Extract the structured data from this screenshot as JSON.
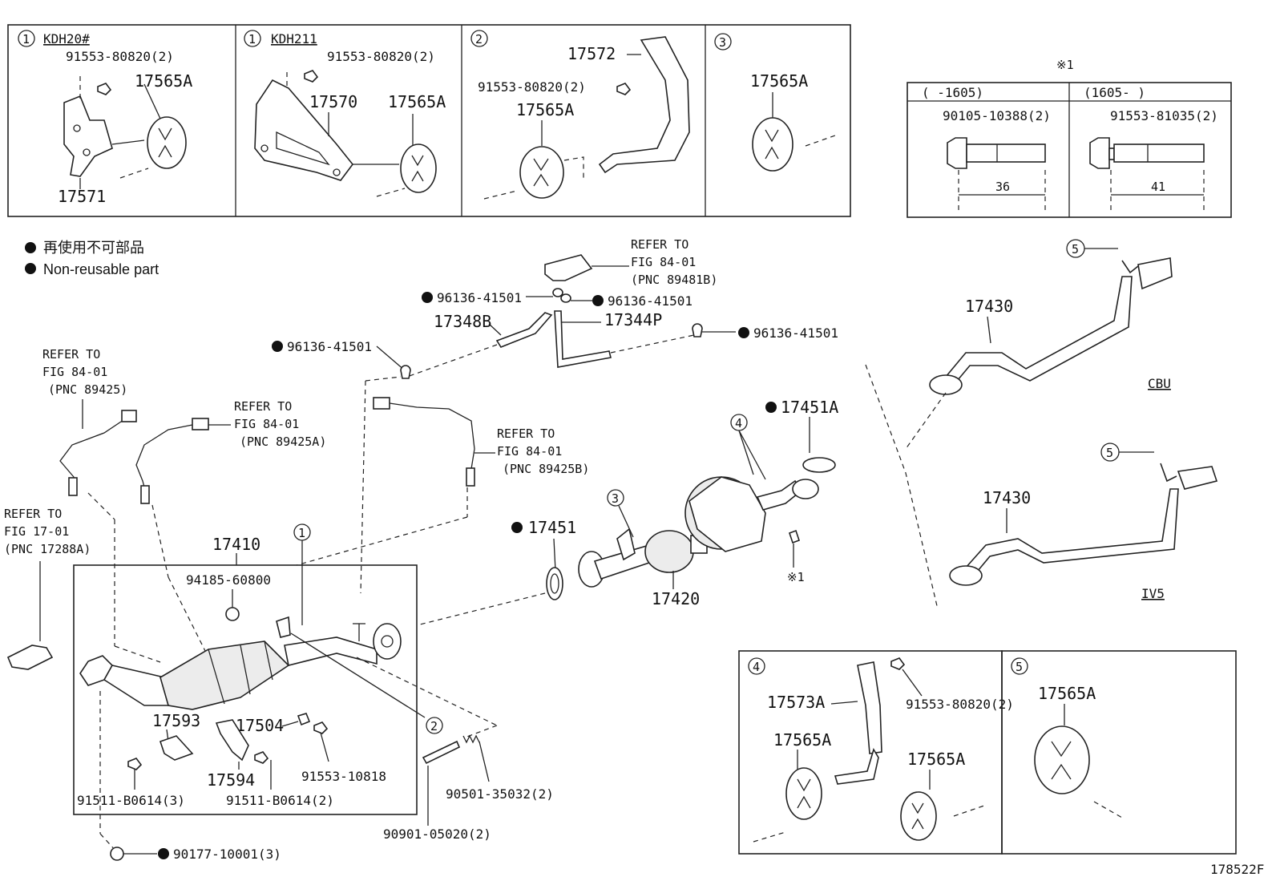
{
  "legend": {
    "line_jp": "再使用不可部品",
    "line_en": "Non-reusable part"
  },
  "panels_top": [
    {
      "circle": "1",
      "model": "KDH20#",
      "bolt": "91553-80820(2)",
      "parts": [
        "17565A",
        "17571"
      ]
    },
    {
      "circle": "1",
      "model": "KDH211",
      "bolt": "91553-80820(2)",
      "parts": [
        "17570",
        "17565A"
      ]
    },
    {
      "circle": "2",
      "bolt": "91553-80820(2)",
      "parts": [
        "17572",
        "17565A"
      ]
    },
    {
      "circle": "3",
      "parts": [
        "17565A"
      ]
    }
  ],
  "bolt_table": {
    "note_mark": "※1",
    "col1": {
      "header": "(      -1605)",
      "part": "90105-10388(2)",
      "length": "36"
    },
    "col2": {
      "header": "(1605-      )",
      "part": "91553-81035(2)",
      "length": "41"
    }
  },
  "refs": {
    "r1": {
      "l1": "REFER TO",
      "l2": "FIG 84-01",
      "l3": "(PNC 89481B)"
    },
    "r2": {
      "l1": "REFER TO",
      "l2": "FIG 84-01",
      "l3": "(PNC 89425)"
    },
    "r3": {
      "l1": "REFER TO",
      "l2": "FIG 84-01",
      "l3": "(PNC 89425A)"
    },
    "r4": {
      "l1": "REFER TO",
      "l2": "FIG 84-01",
      "l3": "(PNC 89425B)"
    },
    "r5": {
      "l1": "REFER TO",
      "l2": "FIG 17-01",
      "l3": "(PNC 17288A)"
    }
  },
  "labels": {
    "clip_a": "96136-41501",
    "clip_b": "96136-41501",
    "clip_c": "96136-41501",
    "clip_d": "96136-41501",
    "hose_a": "17348B",
    "hose_b": "17344P",
    "conv": "17410",
    "nut_top": "94185-60800",
    "p17593": "17593",
    "p17504": "17504",
    "p17594": "17594",
    "bolt_10818": "91553-10818",
    "bolt_b0614_3": "91511-B0614(3)",
    "bolt_b0614_2": "91511-B0614(2)",
    "bolt_05020": "90901-05020(2)",
    "spring": "90501-35032(2)",
    "nut_10001": "90177-10001(3)",
    "gasket_17451": "17451",
    "gasket_17451a": "17451A",
    "muffler": "17420",
    "tail_cbu": "17430",
    "tail_iv5": "17430",
    "cbu": "CBU",
    "iv5": "IV5",
    "ref_mark": "※1",
    "callout1": "1",
    "callout2": "2",
    "callout3": "3",
    "callout4": "4",
    "callout5a": "5",
    "callout5b": "5"
  },
  "panel4": {
    "circle": "4",
    "bracket": "17573A",
    "bolt": "91553-80820(2)",
    "ins1": "17565A",
    "ins2": "17565A"
  },
  "panel5": {
    "circle": "5",
    "ins": "17565A"
  },
  "figure_code": "178522F"
}
